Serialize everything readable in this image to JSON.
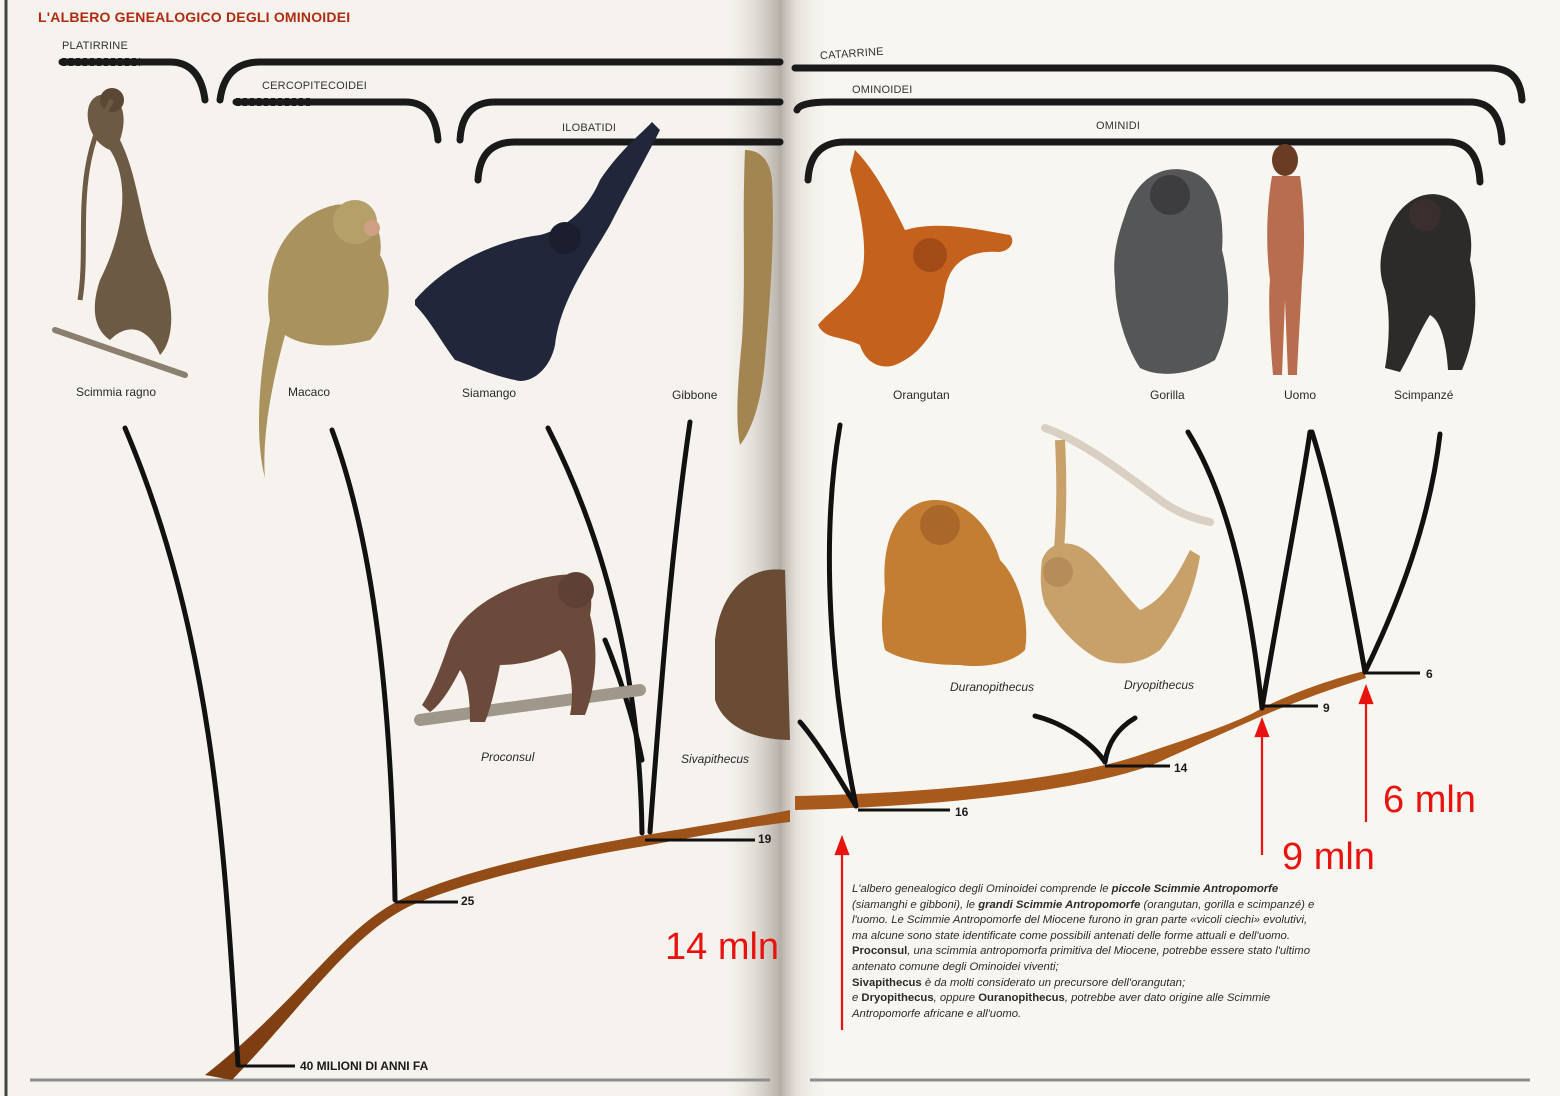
{
  "page": {
    "title": "L'ALBERO GENEALOGICO DEGLI OMINOIDEI"
  },
  "groups": {
    "platirrine": "PLATIRRINE",
    "cercopitecoidei": "CERCOPITECOIDEI",
    "catarrine": "CATARRINE",
    "ominoidei": "OMINOIDEI",
    "ilobatidi": "ILOBATIDI",
    "ominidi": "OMINIDI"
  },
  "species": {
    "scimmia_ragno": "Scimmia ragno",
    "macaco": "Macaco",
    "siamango": "Siamango",
    "gibbone": "Gibbone",
    "orangutan": "Orangutan",
    "gorilla": "Gorilla",
    "uomo": "Uomo",
    "scimpanze": "Scimpanzé"
  },
  "fossils": {
    "proconsul": "Proconsul",
    "sivapithecus": "Sivapithecus",
    "duranopithecus": "Duranopithecus",
    "dryopithecus": "Dryopithecus"
  },
  "divergence_labels": {
    "d40": "40 MILIONI DI ANNI FA",
    "d25": "25",
    "d19": "19",
    "d16": "16",
    "d14": "14",
    "d9": "9",
    "d6": "6"
  },
  "annotations": {
    "a14": "14 mln",
    "a9": "9 mln",
    "a6": "6 mln",
    "color": "#e8130f"
  },
  "caption": {
    "p1": "L'albero genealogico degli Ominoidei comprende le ",
    "b1": "piccole Scimmie Antropomorfe",
    "p2": " (siamanghi e gibboni), le ",
    "b2": "grandi Scimmie Antropomorfe",
    "p3": " (orangutan, gorilla e scimpanzé) e l'uomo. Le Scimmie Antropomorfe del Miocene furono in gran parte «vicoli ciechi» evolutivi, ma alcune sono state identificate come possibili antenati delle forme attuali e dell'uomo.",
    "n1": "Proconsul",
    "p4": ", una scimmia antropomorfa primitiva del Miocene, potrebbe essere  stato l'ultimo antenato comune degli Ominoidei viventi;",
    "n2": "Sivapithecus",
    "p5": " è da molti considerato  un precursore dell'orangutan;",
    "p6": "e ",
    "n3": "Dryopithecus",
    "p7": ", oppure ",
    "n4": "Ouranopithecus",
    "p8": ", potrebbe aver dato origine alle Scimmie Antropomorfe africane e all'uomo."
  }
}
